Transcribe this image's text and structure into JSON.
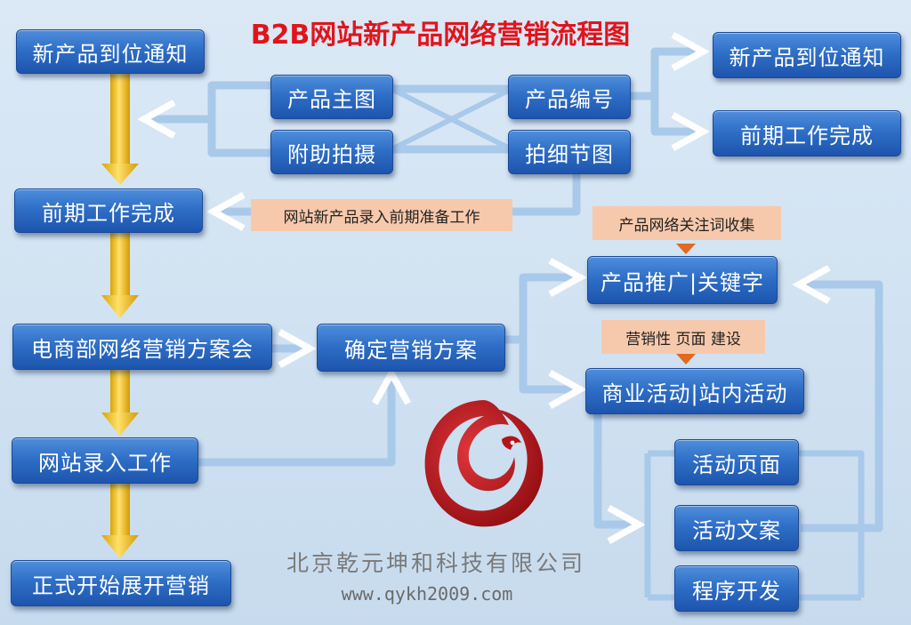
{
  "title": "B2B网站新产品网络营销流程图",
  "left_column": [
    "新产品到位通知",
    "前期工作完成",
    "电商部网络营销方案会",
    "网站录入工作",
    "正式开始展开营销"
  ],
  "prep_steps": {
    "product_main_image": "产品主图",
    "auxiliary_shooting": "附助拍摄",
    "product_number": "产品编号",
    "detail_image": "拍细节图"
  },
  "right_top": {
    "new_product_notice": "新产品到位通知",
    "prep_complete": "前期工作完成"
  },
  "notes": {
    "prep_work": "网站新产品录入前期准备工作",
    "keyword_collection": "产品网络关注词收集",
    "marketing_page": "营销性 页面  建设"
  },
  "marketing_plan": "确定营销方案",
  "promotion": "产品推广|关键字",
  "activities": "商业活动|站内活动",
  "activity_items": [
    "活动页面",
    "活动文案",
    "程序开发"
  ],
  "company": "北京乾元坤和科技有限公司",
  "website": "www.qykh2009.com",
  "colors": {
    "title": "#e1141c",
    "box": "#2f6fc7",
    "note": "#f7c9ac",
    "arrow": "#f2c31a",
    "connector": "#a9c9ea",
    "logo": "#c0151b"
  }
}
